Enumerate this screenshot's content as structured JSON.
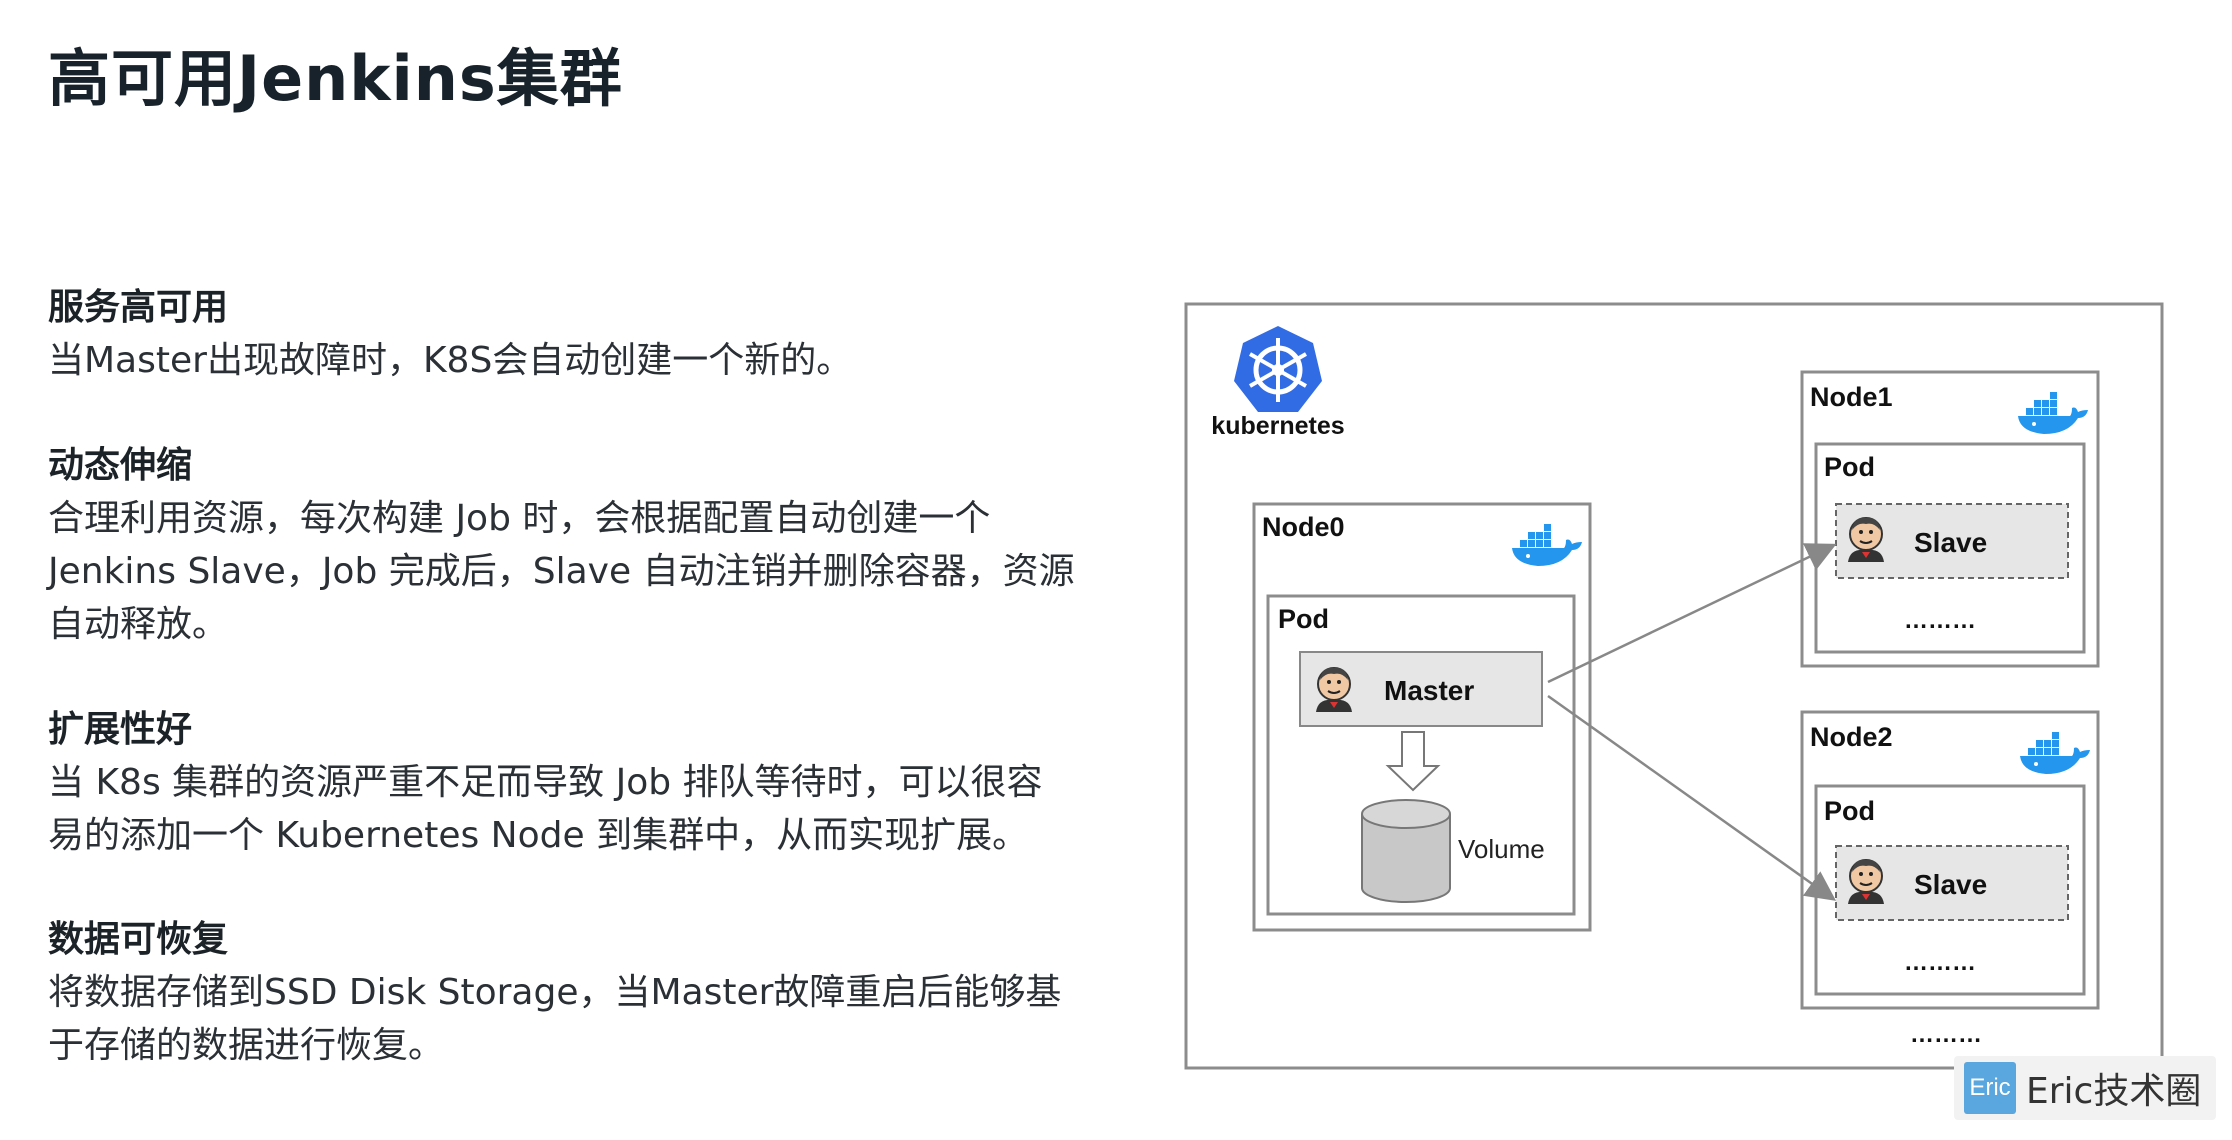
{
  "title": "高可用Jenkins集群",
  "sections": [
    {
      "heading": "服务高可用",
      "body": "当Master出现故障时，K8S会自动创建一个新的。"
    },
    {
      "heading": "动态伸缩",
      "body": "合理利用资源，每次构建 Job 时，会根据配置自动创建一个\nJenkins Slave，Job 完成后，Slave 自动注销并删除容器，资源\n自动释放。"
    },
    {
      "heading": "扩展性好",
      "body": "当 K8s 集群的资源严重不足而导致 Job 排队等待时，可以很容\n易的添加一个 Kubernetes Node 到集群中，从而实现扩展。"
    },
    {
      "heading": "数据可恢复",
      "body": "将数据存储到SSD Disk Storage，当Master故障重启后能够基\n于存储的数据进行恢复。"
    }
  ],
  "diagram": {
    "k8s_label": "kubernetes",
    "node0": {
      "label": "Node0",
      "pod": "Pod",
      "master": "Master",
      "volume": "Volume"
    },
    "node1": {
      "label": "Node1",
      "pod": "Pod",
      "slave": "Slave",
      "dots": "………"
    },
    "node2": {
      "label": "Node2",
      "pod": "Pod",
      "slave": "Slave",
      "dots": "………"
    },
    "more_dots": "………",
    "icons": [
      "kubernetes-icon",
      "docker-whale-icon",
      "jenkins-butler-icon",
      "storage-cylinder-icon"
    ],
    "colors": {
      "k8s_blue": "#326ce5",
      "docker_blue": "#2496ed",
      "box_fill": "#e6e6e6",
      "border": "#8c8c8c"
    }
  },
  "watermark": {
    "logo_text": "Eric",
    "text": "Eric技术圈"
  }
}
